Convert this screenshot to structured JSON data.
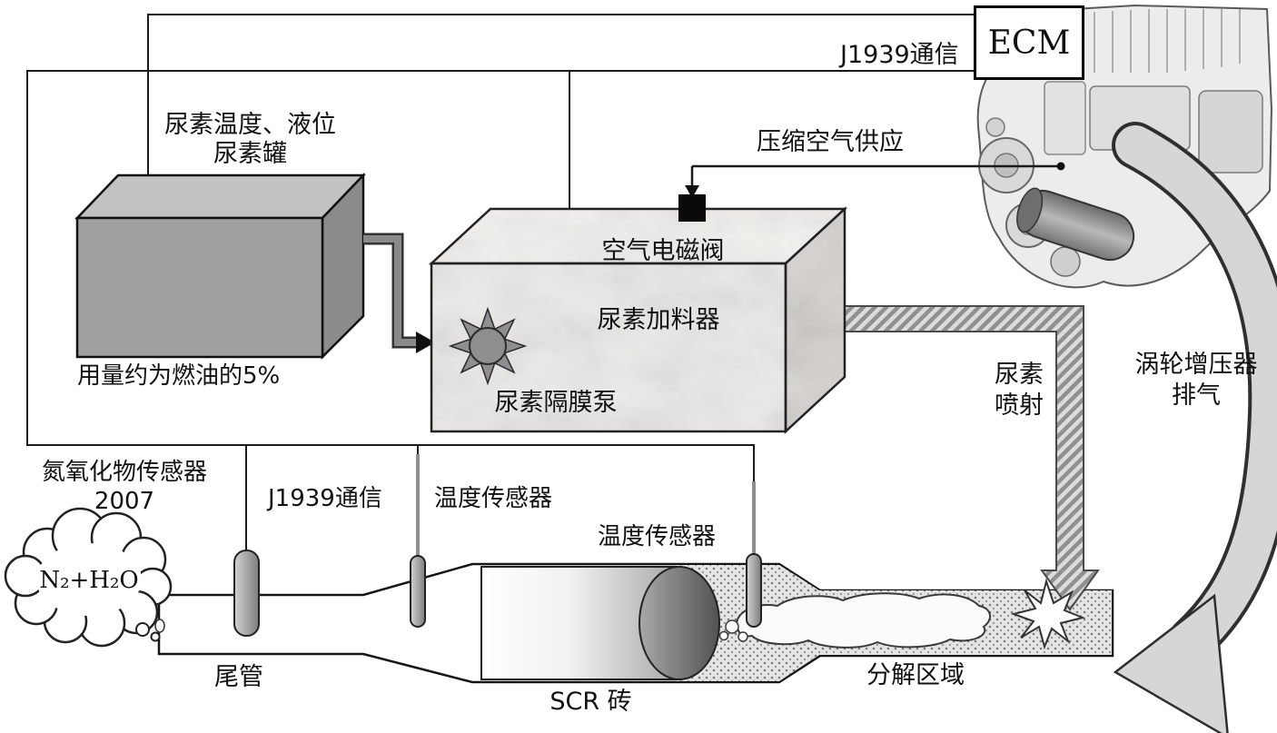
{
  "diagram_title": "SCR urea dosing system schematic",
  "labels": {
    "ecm": "ECM",
    "j1939_top": "J1939通信",
    "compressed_air": "压缩空气供应",
    "tank_line1": "尿素温度、液位",
    "tank_line2": "尿素罐",
    "tank_usage": "用量约为燃油的5%",
    "air_solenoid_valve": "空气电磁阀",
    "urea_doser": "尿素加料器",
    "urea_diaphragm_pump": "尿素隔膜泵",
    "urea_injection_line1": "尿素",
    "urea_injection_line2": "喷射",
    "turbo_line1": "涡轮增压器",
    "turbo_line2": "排气",
    "nox_sensor_line1": "氮氧化物传感器",
    "nox_sensor_line2": "2007",
    "cloud_formula": "N₂+H₂O",
    "tailpipe": "尾管",
    "j1939_bottom": "J1939通信",
    "temp_sensor_front": "温度传感器",
    "temp_sensor_rear": "温度传感器",
    "scr_brick": "SCR 砖",
    "decomposition_zone": "分解区域"
  },
  "icons": {
    "pump_icon": "sun-gear",
    "urea_injection_arrow": "hatched-bent-arrow-down",
    "exhaust_flow_arrow": "large-curved-arrow-left",
    "air_valve_block": "black-square",
    "spray_burst": "star-burst",
    "exhaust_cloud": "cloud"
  },
  "colors": {
    "outline": "#1a1a1a",
    "tank_front": "#a0a0a0",
    "tank_top": "#c2c2c2",
    "tank_right": "#8b8b8b",
    "doser_face": "#edebe8",
    "arrow_fill": "#d6d6d6",
    "hatch_dark": "#909090",
    "stipple_bg": "#e4e4e4",
    "black_block": "#0a0a0a"
  }
}
